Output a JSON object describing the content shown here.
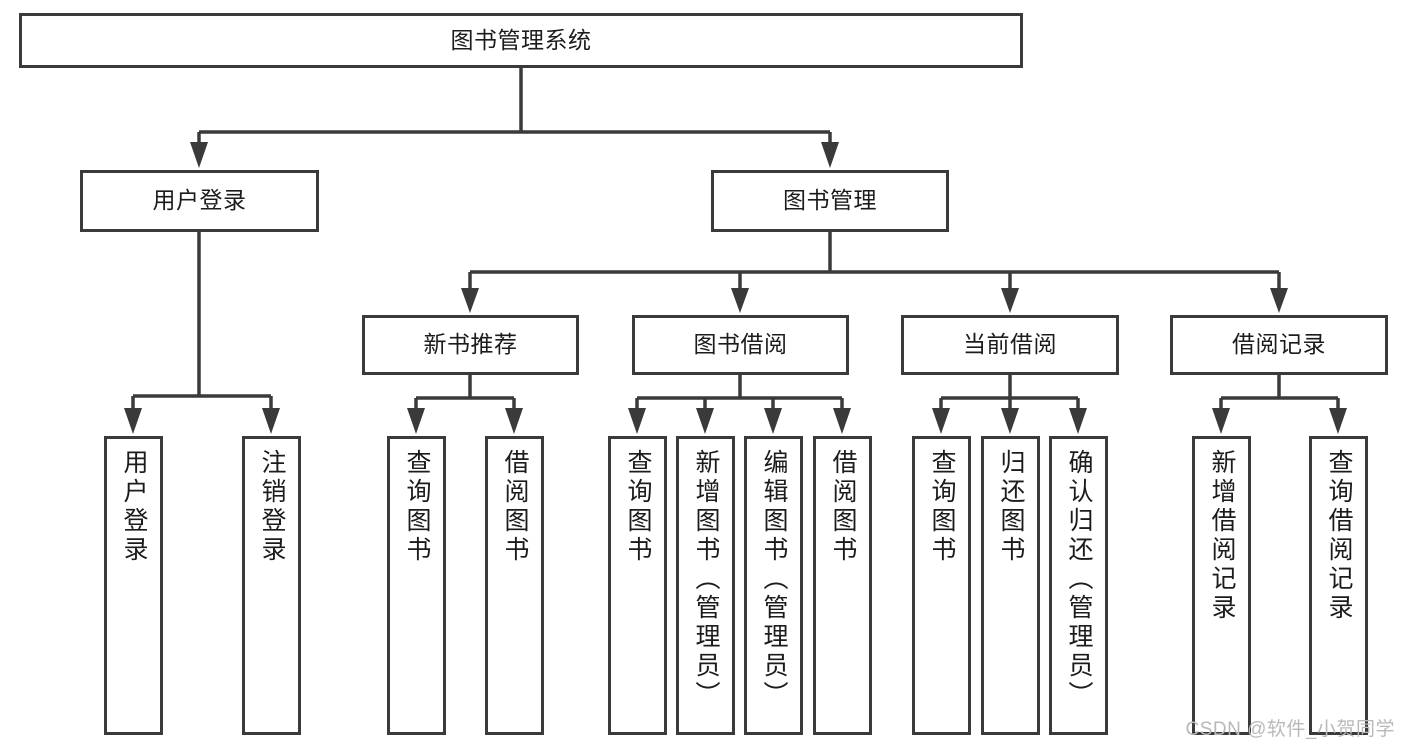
{
  "diagram": {
    "title": "图书管理系统",
    "root": {
      "label": "图书管理系统"
    },
    "level2": [
      {
        "label": "用户登录"
      },
      {
        "label": "图书管理"
      }
    ],
    "level3": [
      {
        "label": "新书推荐"
      },
      {
        "label": "图书借阅"
      },
      {
        "label": "当前借阅"
      },
      {
        "label": "借阅记录"
      }
    ],
    "leaves": {
      "user_login": [
        {
          "label": "用户登录"
        },
        {
          "label": "注销登录"
        }
      ],
      "new_book": [
        {
          "label": "查询图书"
        },
        {
          "label": "借阅图书"
        }
      ],
      "borrow_book": [
        {
          "label": "查询图书"
        },
        {
          "label": "新增图书（管理员）"
        },
        {
          "label": "编辑图书（管理员）"
        },
        {
          "label": "借阅图书"
        }
      ],
      "current_borrow": [
        {
          "label": "查询图书"
        },
        {
          "label": "归还图书"
        },
        {
          "label": "确认归还（管理员）"
        }
      ],
      "borrow_record": [
        {
          "label": "新增借阅记录"
        },
        {
          "label": "查询借阅记录"
        }
      ]
    }
  },
  "watermark": {
    "text": "CSDN @软件_小贺同学"
  },
  "colors": {
    "box_border": "#3a3a3a",
    "box_fill": "#ffffff",
    "line": "#3a3a3a",
    "text": "#1c1c1c",
    "watermark": "#b9b9b9"
  }
}
